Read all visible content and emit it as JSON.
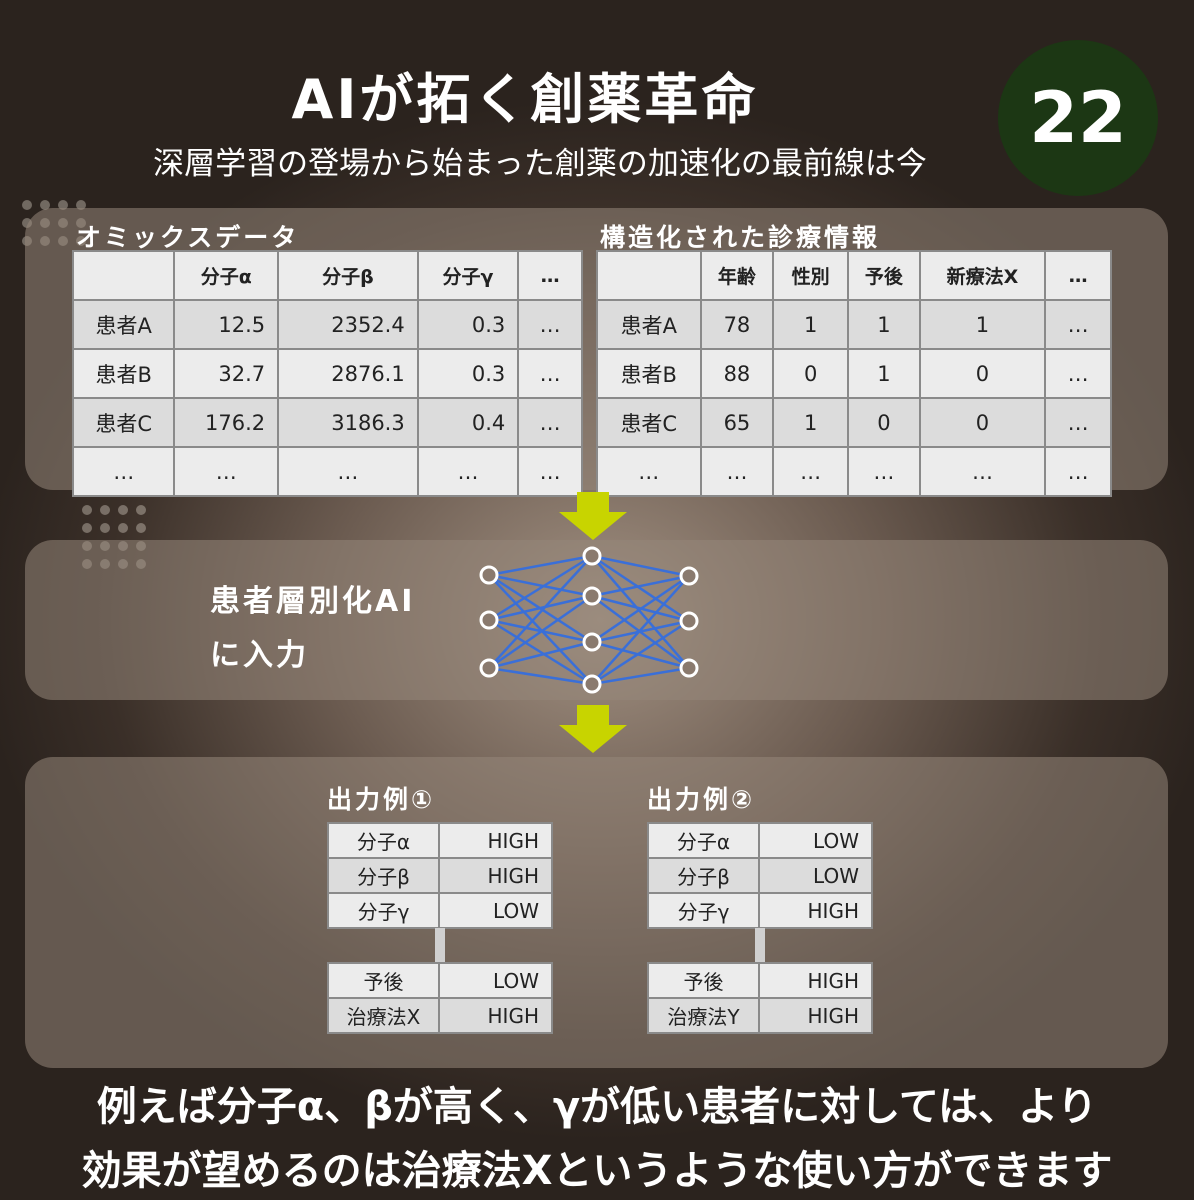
{
  "header": {
    "title": "AIが拓く創薬革命",
    "subtitle": "深層学習の登場から始まった創薬の加速化の最前線は今",
    "number": "22"
  },
  "omics": {
    "title": "オミックスデータ",
    "headers": [
      "",
      "分子α",
      "分子β",
      "分子γ",
      "…"
    ],
    "rows": [
      [
        "患者A",
        "12.5",
        "2352.4",
        "0.3",
        "…"
      ],
      [
        "患者B",
        "32.7",
        "2876.1",
        "0.3",
        "…"
      ],
      [
        "患者C",
        "176.2",
        "3186.3",
        "0.4",
        "…"
      ],
      [
        "…",
        "…",
        "…",
        "…",
        "…"
      ]
    ]
  },
  "clinical": {
    "title": "構造化された診療情報",
    "headers": [
      "",
      "年齢",
      "性別",
      "予後",
      "新療法X",
      "…"
    ],
    "rows": [
      [
        "患者A",
        "78",
        "1",
        "1",
        "1",
        "…"
      ],
      [
        "患者B",
        "88",
        "0",
        "1",
        "0",
        "…"
      ],
      [
        "患者C",
        "65",
        "1",
        "0",
        "0",
        "…"
      ],
      [
        "…",
        "…",
        "…",
        "…",
        "…",
        "…"
      ]
    ]
  },
  "ai": {
    "line1": "患者層別化AI",
    "line2": "に入力"
  },
  "outputs": [
    {
      "title": "出力例①",
      "features": [
        [
          "分子α",
          "HIGH"
        ],
        [
          "分子β",
          "HIGH"
        ],
        [
          "分子γ",
          "LOW"
        ]
      ],
      "results": [
        [
          "予後",
          "LOW"
        ],
        [
          "治療法X",
          "HIGH"
        ]
      ]
    },
    {
      "title": "出力例②",
      "features": [
        [
          "分子α",
          "LOW"
        ],
        [
          "分子β",
          "LOW"
        ],
        [
          "分子γ",
          "HIGH"
        ]
      ],
      "results": [
        [
          "予後",
          "HIGH"
        ],
        [
          "治療法Y",
          "HIGH"
        ]
      ]
    }
  ],
  "footer": {
    "line1": "例えば分子α、βが高く、γが低い患者に対しては、より",
    "line2": "効果が望めるのは治療法Xというような使い方ができます"
  },
  "colors": {
    "arrow": "#c8d400",
    "badge": "#1c3714",
    "network": "#3a6fd8"
  }
}
